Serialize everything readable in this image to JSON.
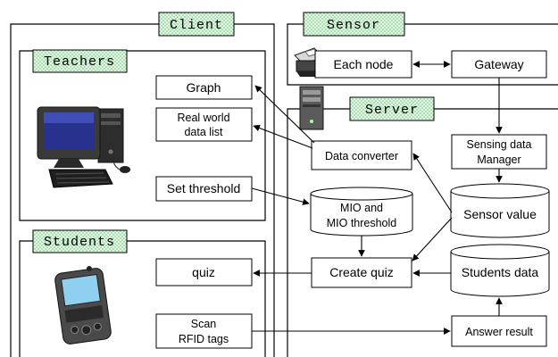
{
  "sections": {
    "client": "Client",
    "sensor": "Sensor",
    "teachers": "Teachers",
    "server": "Server",
    "students": "Students"
  },
  "boxes": {
    "graph": "Graph",
    "real_world_1": "Real world",
    "real_world_2": "data list",
    "set_threshold": "Set threshold",
    "quiz": "quiz",
    "scan_1": "Scan",
    "scan_2": "RFID tags",
    "each_node": "Each node",
    "gateway": "Gateway",
    "data_converter": "Data converter",
    "sensing_1": "Sensing data",
    "sensing_2": "Manager",
    "create_quiz": "Create quiz",
    "answer_result": "Answer result"
  },
  "databases": {
    "mio_1": "MIO and",
    "mio_2": "MIO threshold",
    "sensor_value": "Sensor value",
    "students_data": "Students data"
  },
  "icons": {
    "desktop": "desktop-computer-icon",
    "pda": "pda-device-icon",
    "printer": "printer-node-icon",
    "server_tower": "server-tower-icon"
  },
  "colors": {
    "label_fill": "#d9f2d9",
    "line": "#000000"
  }
}
